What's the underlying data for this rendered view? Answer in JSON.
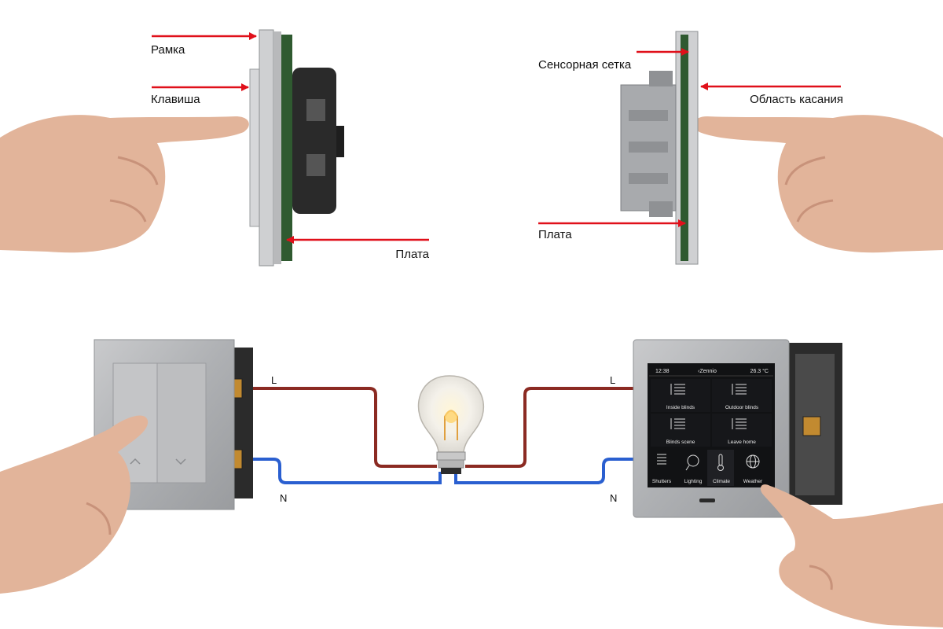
{
  "top_left": {
    "frame": "Рамка",
    "key": "Клавиша",
    "board": "Плата"
  },
  "top_right": {
    "sensor_grid": "Сенсорная сетка",
    "touch_area": "Область касания",
    "board": "Плата"
  },
  "wires": {
    "live": "L",
    "neutral": "N"
  },
  "touch_panel": {
    "time": "12:38",
    "brand": "‹Zennio",
    "temp": "26.3 °C",
    "tiles": [
      "Inside blinds",
      "Outdoor blinds",
      "Blinds scene",
      "Leave home"
    ],
    "dock": [
      "Shutters",
      "Lighting",
      "Climate",
      "Weather"
    ]
  },
  "colors": {
    "arrow": "#e0101a",
    "live_wire": "#8b2a22",
    "neutral_wire": "#2a5fd0"
  }
}
